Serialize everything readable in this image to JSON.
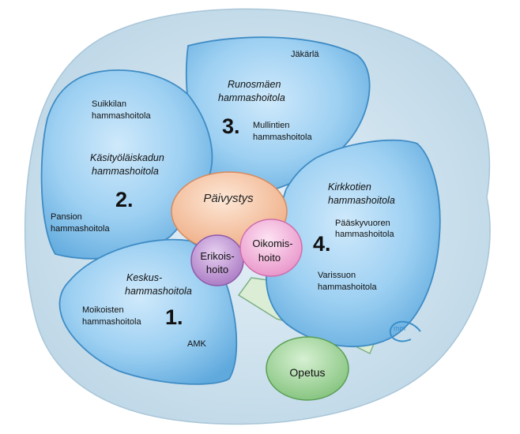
{
  "colors": {
    "background_disc": "#cfe3ef",
    "petal_fill": "#86c3ec",
    "petal_stroke": "#4a8fc4",
    "paivystys_fill": "#f5c5a3",
    "erikois_fill": "#c49ad6",
    "oikomis_fill": "#f4b6dd",
    "opetus_fill": "#9fd49a",
    "arrow_fill": "#d8ecd2",
    "logo_color": "#3b8fc9"
  },
  "petals": {
    "p1": {
      "number": "1.",
      "title_l1": "Keskus-",
      "title_l2": "hammashoitola",
      "item1_l1": "Moikoisten",
      "item1_l2": "hammashoitola",
      "item2": "AMK"
    },
    "p2": {
      "number": "2.",
      "title_l1": "Käsityöläiskadun",
      "title_l2": "hammashoitola",
      "item1_l1": "Suikkilan",
      "item1_l2": "hammashoitola",
      "item2_l1": "Pansion",
      "item2_l2": "hammashoitola"
    },
    "p3": {
      "number": "3.",
      "title_l1": "Runosmäen",
      "title_l2": "hammashoitola",
      "item1": "Jäkärlä",
      "item2_l1": "Mullintien",
      "item2_l2": "hammashoitola"
    },
    "p4": {
      "number": "4.",
      "title_l1": "Kirkkotien",
      "title_l2": "hammashoitola",
      "item1_l1": "Pääskyvuoren",
      "item1_l2": "hammashoitola",
      "item2_l1": "Varissuon",
      "item2_l2": "hammashoitola"
    }
  },
  "center": {
    "paivystys": "Päivystys",
    "erikois_l1": "Erikois-",
    "erikois_l2": "hoito",
    "oikomis_l1": "Oikomis-",
    "oikomis_l2": "hoito",
    "opetus": "Opetus"
  },
  "logo": {
    "text": "mm"
  }
}
